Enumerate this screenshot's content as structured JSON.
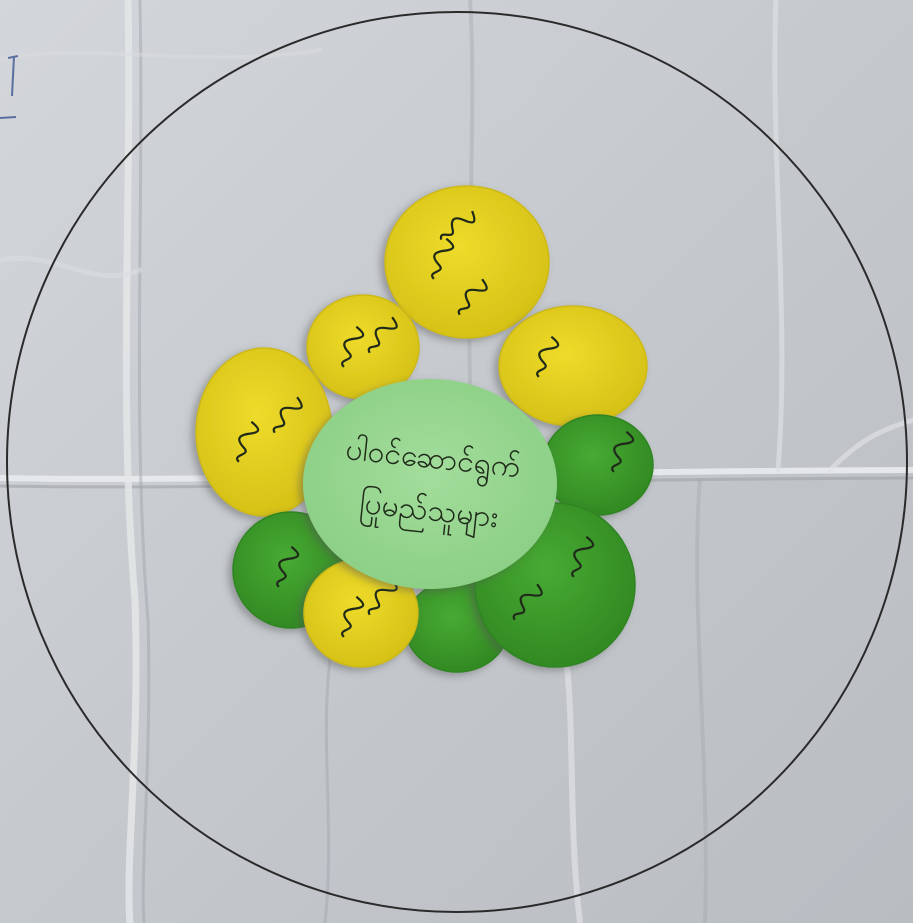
{
  "photo": {
    "subject": "",
    "colors": {
      "paper": "#c9cdd1",
      "paper_shadow": "#a9adb2",
      "paper_highlight": "#e6e8ea",
      "outline_ink": "#2a2a2a",
      "yellow_disc": "#e6d21f",
      "yellow_disc_shade": "#cdb913",
      "green_disc": "#3f9e2c",
      "green_disc_shade": "#2f8520",
      "center_disc": "#8fd38a",
      "handwriting_ink": "#1f2a1a",
      "corner_mark_ink": "#5a6fa0"
    }
  },
  "center_disc": {
    "label_line_1": "ပါဝင်ဆောင်ရွက်",
    "label_line_2": "ပြုမည်သူများ"
  },
  "petals": [
    {
      "name": "petal-top-yellow",
      "color": "yellow",
      "label": ""
    },
    {
      "name": "petal-upper-left-yellow",
      "color": "yellow",
      "label": ""
    },
    {
      "name": "petal-upper-right-yellow",
      "color": "yellow",
      "label": ""
    },
    {
      "name": "petal-left-yellow",
      "color": "yellow",
      "label": ""
    },
    {
      "name": "petal-right-green",
      "color": "green",
      "label": ""
    },
    {
      "name": "petal-lower-left-green",
      "color": "green",
      "label": ""
    },
    {
      "name": "petal-lower-left-yellow",
      "color": "yellow",
      "label": ""
    },
    {
      "name": "petal-bottom-green",
      "color": "green",
      "label": ""
    },
    {
      "name": "petal-lower-right-green",
      "color": "green",
      "label": ""
    }
  ]
}
